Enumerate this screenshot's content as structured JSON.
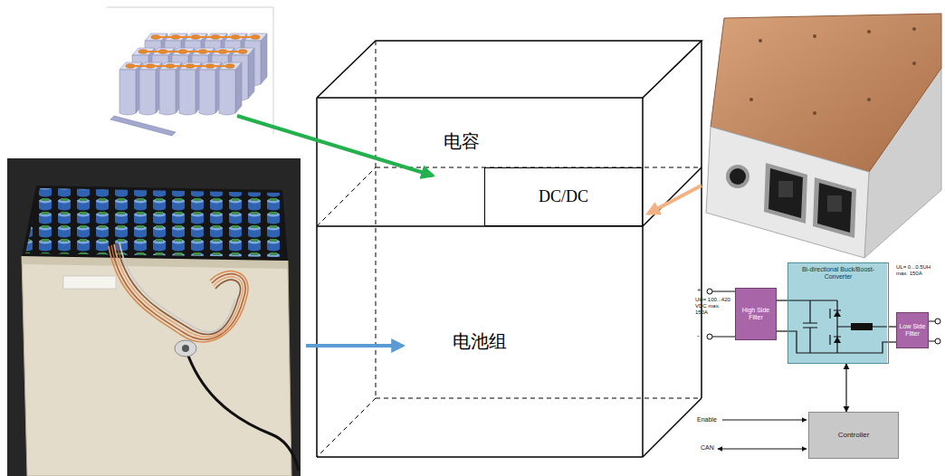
{
  "diagram": {
    "nodes": [
      {
        "text": [
          "电容"
        ]
      },
      {
        "text": [
          "DC/DC"
        ]
      },
      {
        "text": [
          "电池组"
        ]
      },
      {
        "text": [
          "High Side Filter"
        ]
      },
      {
        "text": [
          "Bi-directional Buck/Boost-Converter"
        ]
      },
      {
        "text": [
          "Low Side Filter"
        ]
      },
      {
        "text": [
          "Controller"
        ]
      }
    ],
    "edges": [
      {
        "from": 3,
        "to": 4,
        "arrow": "none"
      },
      {
        "from": 4,
        "to": 5,
        "arrow": "none"
      },
      {
        "from": 4,
        "to": 6,
        "arrow": "both"
      }
    ],
    "labels": [
      "+",
      "UH= 100...420 VDC max. 150A",
      "-",
      "UL= 0...0.5UH max. 150A",
      "Enable",
      "CAN"
    ]
  }
}
